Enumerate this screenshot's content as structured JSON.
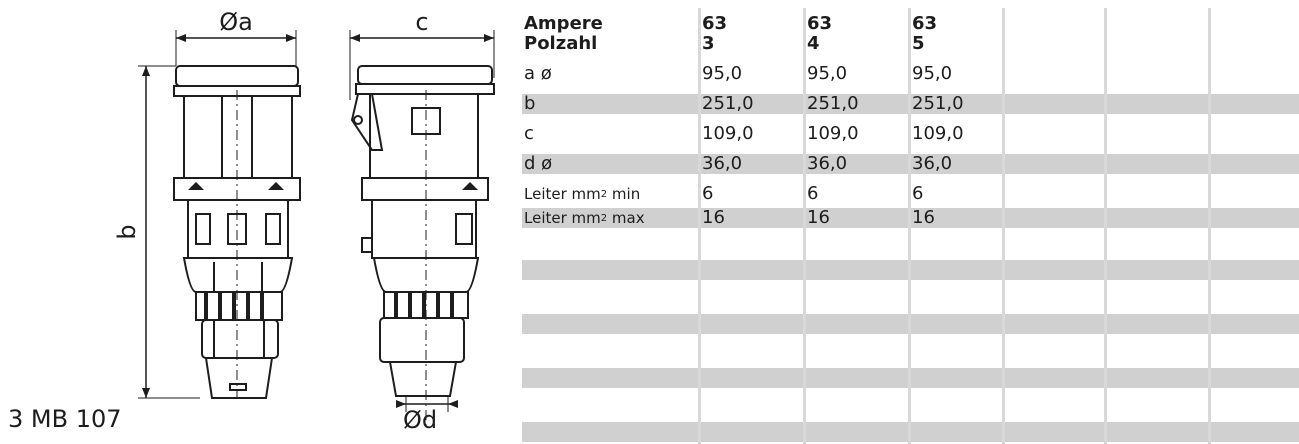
{
  "drawing": {
    "labels": {
      "a": "Øa",
      "b": "b",
      "c": "c",
      "d": "Ød"
    },
    "product_code": "3 MB 107"
  },
  "table": {
    "header": {
      "row1_label": "Ampere",
      "row2_label": "Polzahl",
      "columns": [
        {
          "ampere": "63",
          "polzahl": "3"
        },
        {
          "ampere": "63",
          "polzahl": "4"
        },
        {
          "ampere": "63",
          "polzahl": "5"
        }
      ]
    },
    "rows": [
      {
        "label": "a ø",
        "values": [
          "95,0",
          "95,0",
          "95,0"
        ]
      },
      {
        "label": "b",
        "values": [
          "251,0",
          "251,0",
          "251,0"
        ]
      },
      {
        "label": "c",
        "values": [
          "109,0",
          "109,0",
          "109,0"
        ]
      },
      {
        "label": "d ø",
        "values": [
          "36,0",
          "36,0",
          "36,0"
        ]
      },
      {
        "label_prefix": "Leiter mm",
        "label_sup": "2",
        "label_suffix": " min",
        "values": [
          "6",
          "6",
          "6"
        ]
      },
      {
        "label_prefix": "Leiter mm",
        "label_sup": "2",
        "label_suffix": " max",
        "values": [
          "16",
          "16",
          "16"
        ]
      }
    ]
  }
}
